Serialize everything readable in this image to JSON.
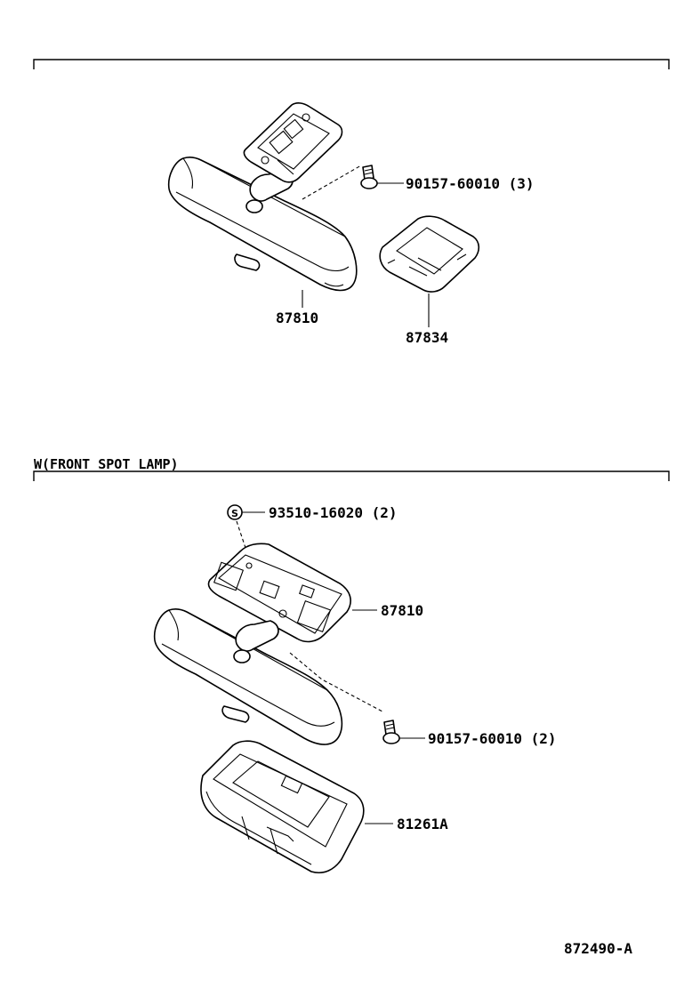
{
  "top_section": {
    "labels": {
      "screw": "90157-60010 (3)",
      "mirror": "87810",
      "cover": "87834"
    }
  },
  "bottom_section": {
    "heading": "W(FRONT SPOT LAMP)",
    "labels": {
      "clip": "93510-16020 (2)",
      "clip_symbol": "S",
      "mirror": "87810",
      "screw": "90157-60010 (2)",
      "lamp_housing": "81261A"
    }
  },
  "figure_code": "872490-A"
}
